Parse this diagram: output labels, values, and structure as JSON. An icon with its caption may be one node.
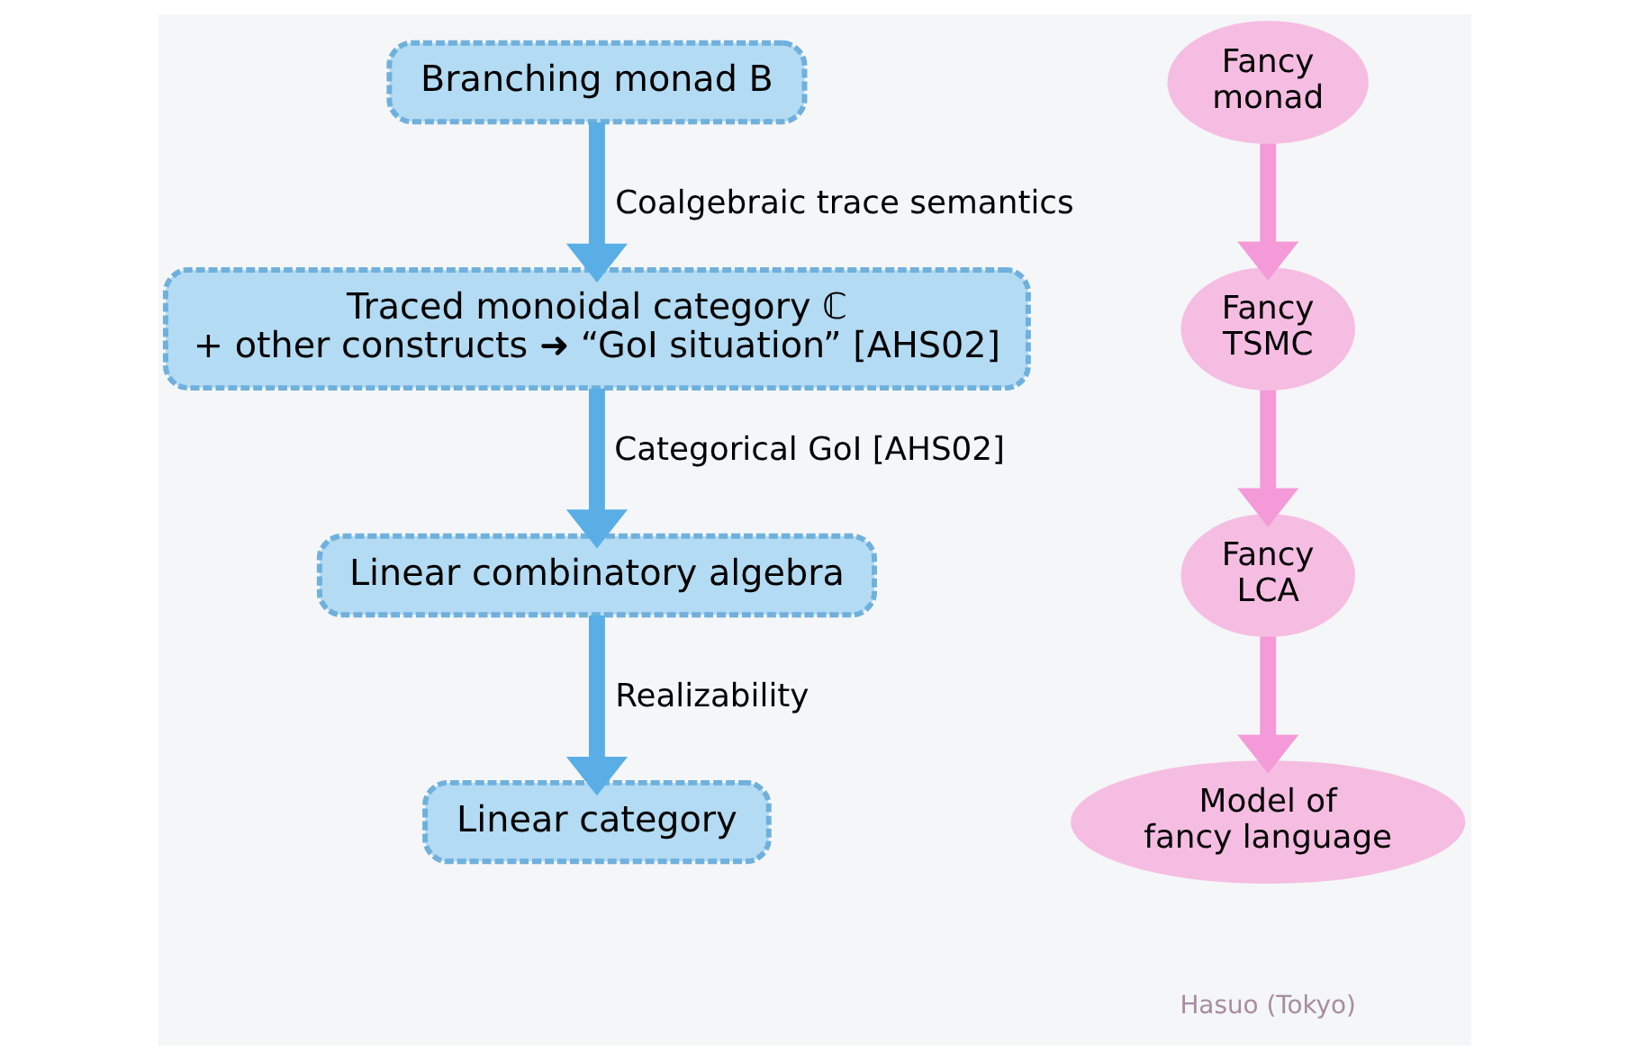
{
  "diagram": {
    "nodes": [
      {
        "text": [
          "Branching monad B"
        ]
      },
      {
        "text": [
          "Traced monoidal category ℂ",
          "+ other constructs ➜ “GoI situation” [AHS02]"
        ]
      },
      {
        "text": [
          "Linear combinatory algebra"
        ]
      },
      {
        "text": [
          "Linear category"
        ]
      },
      {
        "text": [
          "Fancy monad"
        ]
      },
      {
        "text": [
          "Fancy TSMC"
        ]
      },
      {
        "text": [
          "Fancy LCA"
        ]
      },
      {
        "text": [
          "Model of fancy language"
        ]
      }
    ],
    "edges": [
      {
        "from": 0,
        "to": 1,
        "arrow": "to",
        "label": "Coalgebraic trace semantics",
        "color": "#5aaee6"
      },
      {
        "from": 1,
        "to": 2,
        "arrow": "to",
        "label": "Categorical GoI [AHS02]",
        "color": "#5aaee6"
      },
      {
        "from": 2,
        "to": 3,
        "arrow": "to",
        "label": "Realizability",
        "color": "#5aaee6"
      },
      {
        "from": 4,
        "to": 5,
        "arrow": "to",
        "color": "#f59ad8"
      },
      {
        "from": 5,
        "to": 6,
        "arrow": "to",
        "color": "#f59ad8"
      },
      {
        "from": 6,
        "to": 7,
        "arrow": "to",
        "color": "#f59ad8"
      }
    ],
    "labels": [
      "Hasuo (Tokyo)"
    ]
  }
}
